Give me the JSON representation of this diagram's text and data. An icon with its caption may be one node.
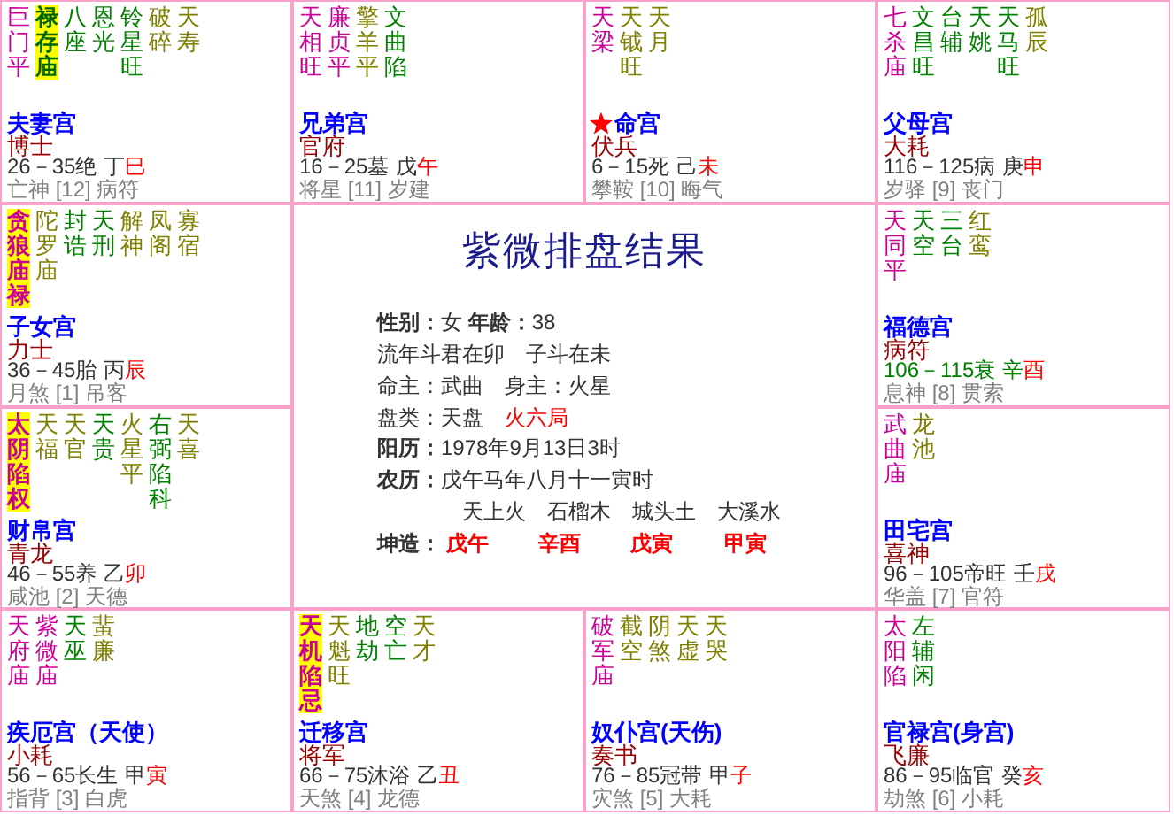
{
  "diagram": {
    "nodes": [
      {
        "text": [
          "巨门平",
          "禄存庙",
          "八座",
          "恩光",
          "铃星旺",
          "破碎",
          "天寿",
          "夫妻宫",
          "博士",
          "26－35绝",
          "丁",
          "巳",
          "亡神 [12] 病符"
        ]
      },
      {
        "text": [
          "天相旺",
          "廉贞平",
          "擎羊平",
          "文曲陷",
          "兄弟宫",
          "官府",
          "16－25墓",
          "戊",
          "午",
          "将星 [11] 岁建"
        ]
      },
      {
        "text": [
          "天梁",
          "天钺旺",
          "天月",
          "命宫",
          "伏兵",
          "6－15死",
          "己",
          "未",
          "攀鞍 [10] 晦气"
        ]
      },
      {
        "text": [
          "七杀庙",
          "文昌旺",
          "台辅",
          "天姚",
          "天马旺",
          "孤辰",
          "父母宫",
          "大耗",
          "116－125病",
          "庚",
          "申",
          "岁驿 [9] 丧门"
        ]
      },
      {
        "text": [
          "贪狼庙禄",
          "陀罗庙",
          "封诰",
          "天刑",
          "解神",
          "凤阁",
          "寡宿",
          "子女宫",
          "力士",
          "36－45胎",
          "丙",
          "辰",
          "月煞 [1] 吊客"
        ]
      },
      {
        "text": [
          "紫微排盘结果",
          "**性别：**女 **年龄：**38",
          "流年斗君在卯　子斗在未",
          "命主：武曲　身主：火星",
          "盘类：天盘",
          "火六局",
          "**阳历：**1978年9月13日3时",
          "**农历：**戊午马年八月十一寅时",
          "天上火",
          "石榴木",
          "城头土",
          "大溪水",
          "坤造：",
          "戊午",
          "辛酉",
          "戊寅",
          "甲寅"
        ]
      },
      {
        "text": [
          "天同平",
          "天空",
          "三台",
          "红鸾",
          "福德宫",
          "病符",
          "106－115衰",
          "辛",
          "酉",
          "息神 [8] 贯索"
        ]
      },
      {
        "text": [
          "太阴陷权",
          "天福",
          "天官",
          "天贵",
          "火星平",
          "右弼陷科",
          "天喜",
          "财帛宫",
          "青龙",
          "46－55养",
          "乙",
          "卯",
          "咸池 [2] 天德"
        ]
      },
      {
        "text": [
          "武曲庙",
          "龙池",
          "田宅宫",
          "喜神",
          "96－105帝旺",
          "壬",
          "戌",
          "华盖 [7] 官符"
        ]
      },
      {
        "text": [
          "天府庙",
          "紫微庙",
          "天巫",
          "蜚廉",
          "疾厄宫（天使）",
          "小耗",
          "56－65长生",
          "甲",
          "寅",
          "指背 [3] 白虎"
        ]
      },
      {
        "text": [
          "天机陷忌",
          "天魁旺",
          "地劫",
          "空亡",
          "天才",
          "迁移宫",
          "将军",
          "66－75沐浴",
          "乙",
          "丑",
          "天煞 [4] 龙德"
        ]
      },
      {
        "text": [
          "破军庙",
          "截空",
          "阴煞",
          "天虚",
          "天哭",
          "奴仆宫(天伤)",
          "奏书",
          "76－85冠带",
          "甲",
          "子",
          "灾煞 [5] 大耗"
        ]
      },
      {
        "text": [
          "太阳陷",
          "左辅闲",
          "官禄宫(身宫)",
          "飞廉",
          "86－95临官",
          "癸",
          "亥",
          "劫煞 [6] 小耗"
        ]
      }
    ]
  }
}
